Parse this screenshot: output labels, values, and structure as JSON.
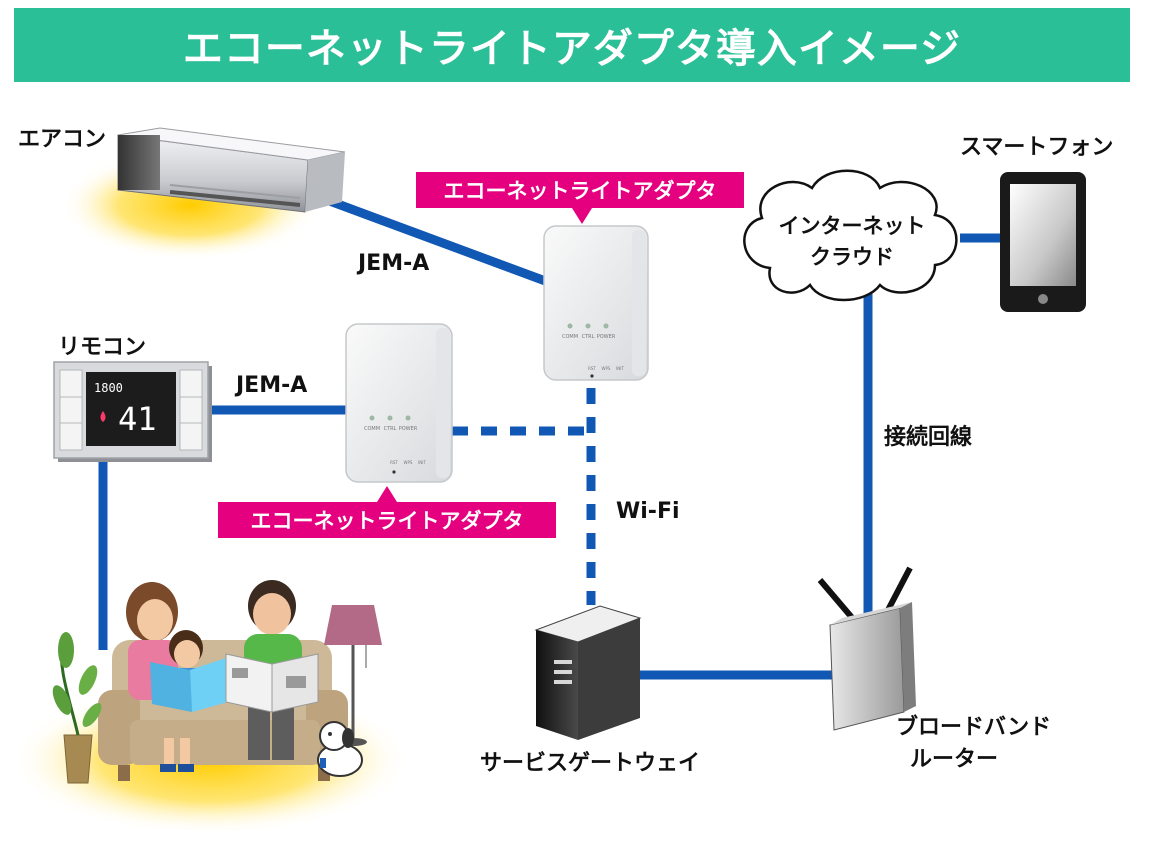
{
  "title": "エコーネットライトアダプタ導入イメージ",
  "labels": {
    "aircon": "エアコン",
    "remote": "リモコン",
    "jem_a_top": "JEM-A",
    "jem_a_left": "JEM-A",
    "adapter_top": "エコーネットライトアダプタ",
    "adapter_bottom": "エコーネットライトアダプタ",
    "wifi": "Wi-Fi",
    "cloud_line1": "インターネット",
    "cloud_line2": "クラウド",
    "smartphone": "スマートフォン",
    "connection_line": "接続回線",
    "gateway": "サービスゲートウェイ",
    "router_line1": "ブロードバンド",
    "router_line2": "ルーター"
  },
  "device_text": {
    "adapter_leds": [
      "COMM",
      "CTRL",
      "POWER"
    ],
    "adapter_buttons": [
      "RST",
      "WPS",
      "INIT"
    ],
    "remote_time": "1800",
    "remote_temp": "41"
  },
  "colors": {
    "title_bg": "#2bbf98",
    "title_text": "#ffffff",
    "tag_bg": "#e5007f",
    "link": "#1158b5",
    "glow": "#ffd21f"
  },
  "icons": [
    "aircon-icon",
    "remote-icon",
    "adapter-icon",
    "cloud-icon",
    "smartphone-icon",
    "router-icon",
    "gateway-icon",
    "family-illustration",
    "dog-icon",
    "lamp-icon",
    "plant-icon"
  ]
}
